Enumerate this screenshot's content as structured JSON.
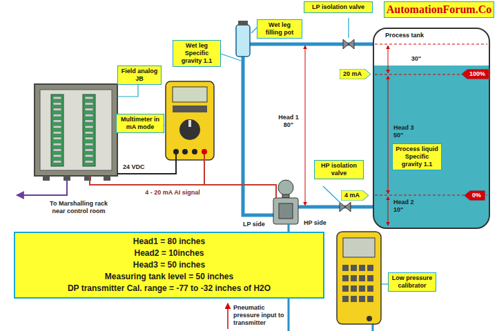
{
  "diagram": {
    "title": "AutomationForum.Co",
    "nodes": [
      {
        "text": [
          "LP isolation valve"
        ]
      },
      {
        "text": [
          "Wet leg filling pot"
        ]
      },
      {
        "text": [
          "Wet leg Specific gravity 1.1"
        ]
      },
      {
        "text": [
          "Process tank"
        ]
      },
      {
        "text": [
          "20 mA"
        ]
      },
      {
        "text": [
          "100%"
        ]
      },
      {
        "text": [
          "Field analog JB"
        ]
      },
      {
        "text": [
          "Multimeter in mA mode"
        ]
      },
      {
        "text": [
          "Process liquid Specific gravity 1.1"
        ],
        "in": 3
      },
      {
        "text": [
          "HP isolation valve"
        ]
      },
      {
        "text": [
          "4 mA"
        ]
      },
      {
        "text": [
          "0%"
        ]
      },
      {
        "text": [
          "Head1 = 80 inches",
          "Head2 = 10inches",
          "Head3 = 50 inches",
          "Measuring tank level = 50 inches",
          "DP transmitter Cal. range = -77 to -32 inches of H2O"
        ]
      },
      {
        "text": [
          "Low pressure calibrator"
        ]
      }
    ],
    "labels": [
      "Head 1 80\"",
      "30\"",
      "Head 3 50\"",
      "Head 2 10\"",
      "24 VDC",
      "4 - 20 mA AI signal",
      "To Marshalling rack near control room",
      "LP side",
      "HP side",
      "Pneumatic pressure input to transmitter"
    ]
  }
}
